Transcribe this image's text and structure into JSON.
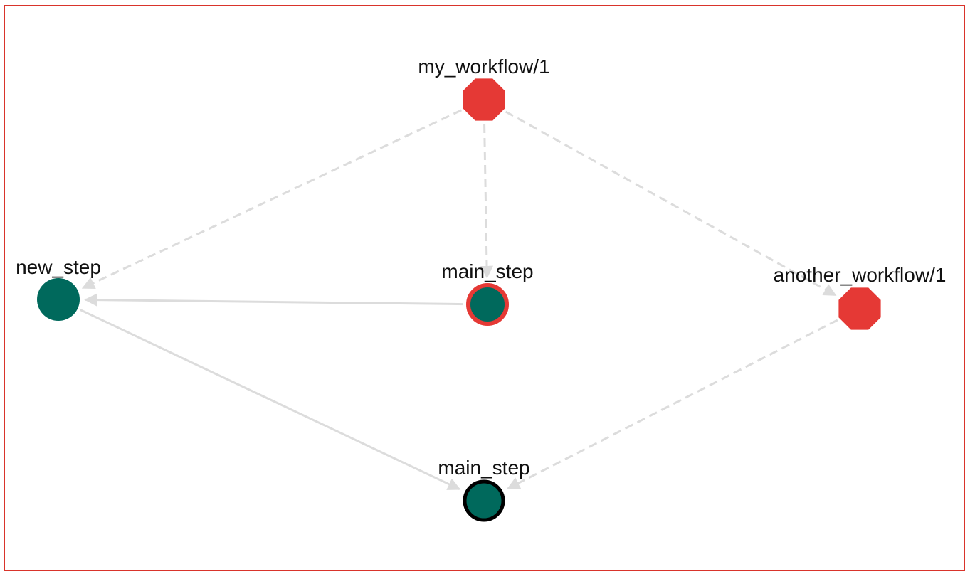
{
  "graph": {
    "colors": {
      "workflow": "#e53935",
      "step": "#00695c",
      "edge": "#dcdcdc",
      "frame": "#d9342b",
      "start_ring": "#e53935",
      "end_ring": "#000000"
    },
    "nodes": [
      {
        "id": "my_workflow",
        "label": "my_workflow/1",
        "kind": "workflow",
        "shape": "octagon"
      },
      {
        "id": "main_step_1",
        "label": "main_step",
        "kind": "step",
        "shape": "circle",
        "ring": "start"
      },
      {
        "id": "another_workflow",
        "label": "another_workflow/1",
        "kind": "workflow",
        "shape": "octagon"
      },
      {
        "id": "new_step",
        "label": "new_step",
        "kind": "step",
        "shape": "circle"
      },
      {
        "id": "main_step_2",
        "label": "main_step",
        "kind": "step",
        "shape": "circle",
        "ring": "end"
      }
    ],
    "edges": [
      {
        "from": "my_workflow",
        "to": "new_step",
        "style": "dashed"
      },
      {
        "from": "my_workflow",
        "to": "main_step_1",
        "style": "dashed"
      },
      {
        "from": "my_workflow",
        "to": "another_workflow",
        "style": "dashed"
      },
      {
        "from": "main_step_1",
        "to": "new_step",
        "style": "solid"
      },
      {
        "from": "new_step",
        "to": "main_step_2",
        "style": "solid"
      },
      {
        "from": "another_workflow",
        "to": "main_step_2",
        "style": "dashed"
      }
    ]
  }
}
